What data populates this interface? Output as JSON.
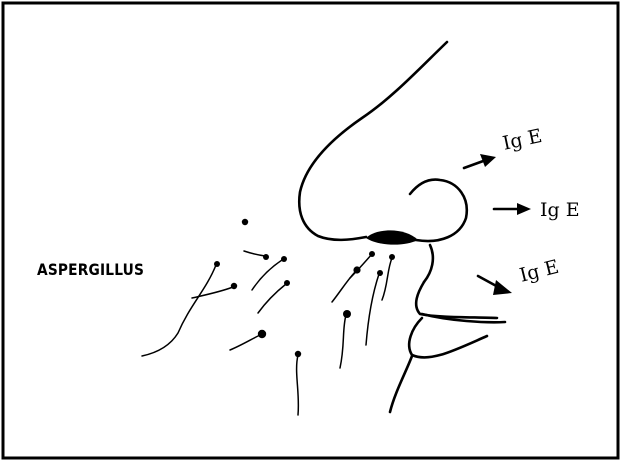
{
  "diagram": {
    "labels": {
      "organism": "ASPERGILLUS",
      "antibody_1": "Ig E",
      "antibody_2": "Ig E",
      "antibody_3": "Ig E"
    },
    "colors": {
      "ink": "#000000",
      "background": "#ffffff"
    }
  }
}
